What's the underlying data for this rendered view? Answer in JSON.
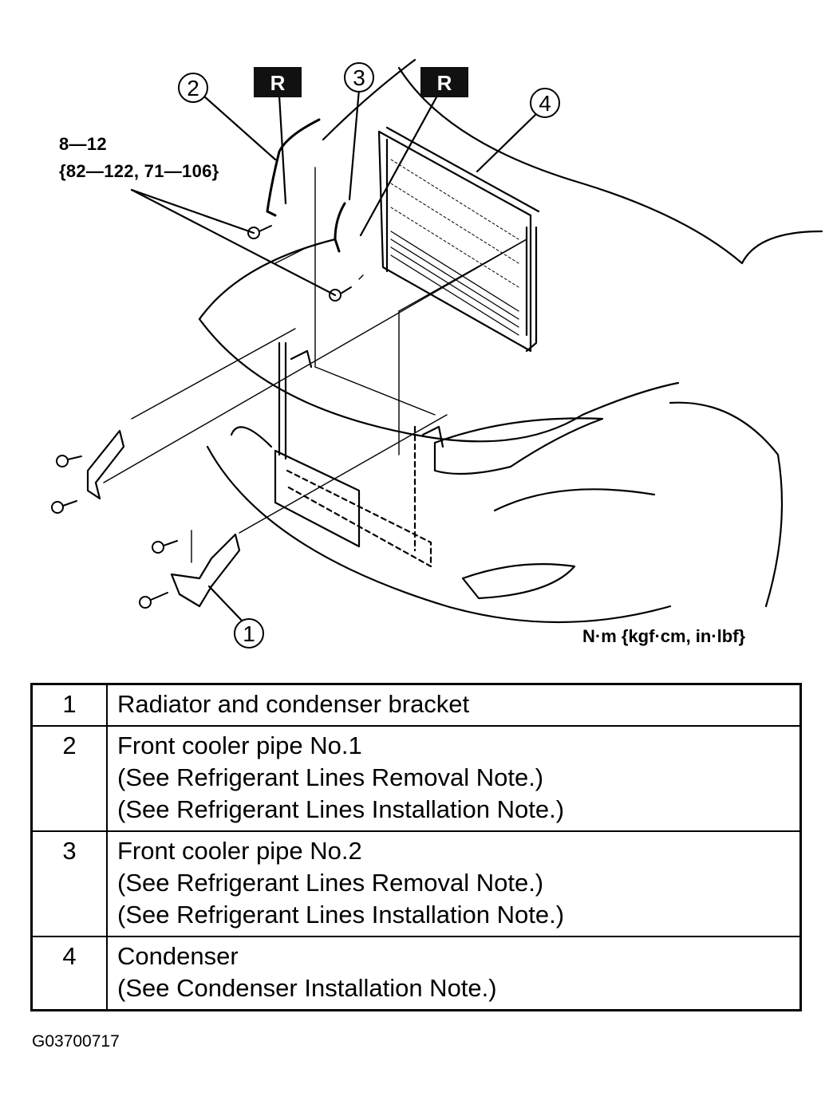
{
  "figure": {
    "callouts": [
      "1",
      "2",
      "3",
      "4"
    ],
    "reuse_marks": [
      "R",
      "R"
    ],
    "torque_value": "8—12",
    "torque_alt_units": "{82—122, 71—106}",
    "units_note": "N·m {kgf·cm, in·lbf}"
  },
  "parts_table": {
    "rows": [
      {
        "number": "1",
        "lines": [
          "Radiator and condenser bracket"
        ]
      },
      {
        "number": "2",
        "lines": [
          "Front cooler pipe No.1",
          "(See Refrigerant Lines Removal Note.)",
          "(See Refrigerant Lines Installation Note.)"
        ]
      },
      {
        "number": "3",
        "lines": [
          "Front cooler pipe No.2",
          "(See Refrigerant Lines Removal Note.)",
          "(See Refrigerant Lines Installation Note.)"
        ]
      },
      {
        "number": "4",
        "lines": [
          "Condenser",
          "(See  Condenser Installation Note.)"
        ]
      }
    ]
  },
  "figure_id": "G03700717"
}
